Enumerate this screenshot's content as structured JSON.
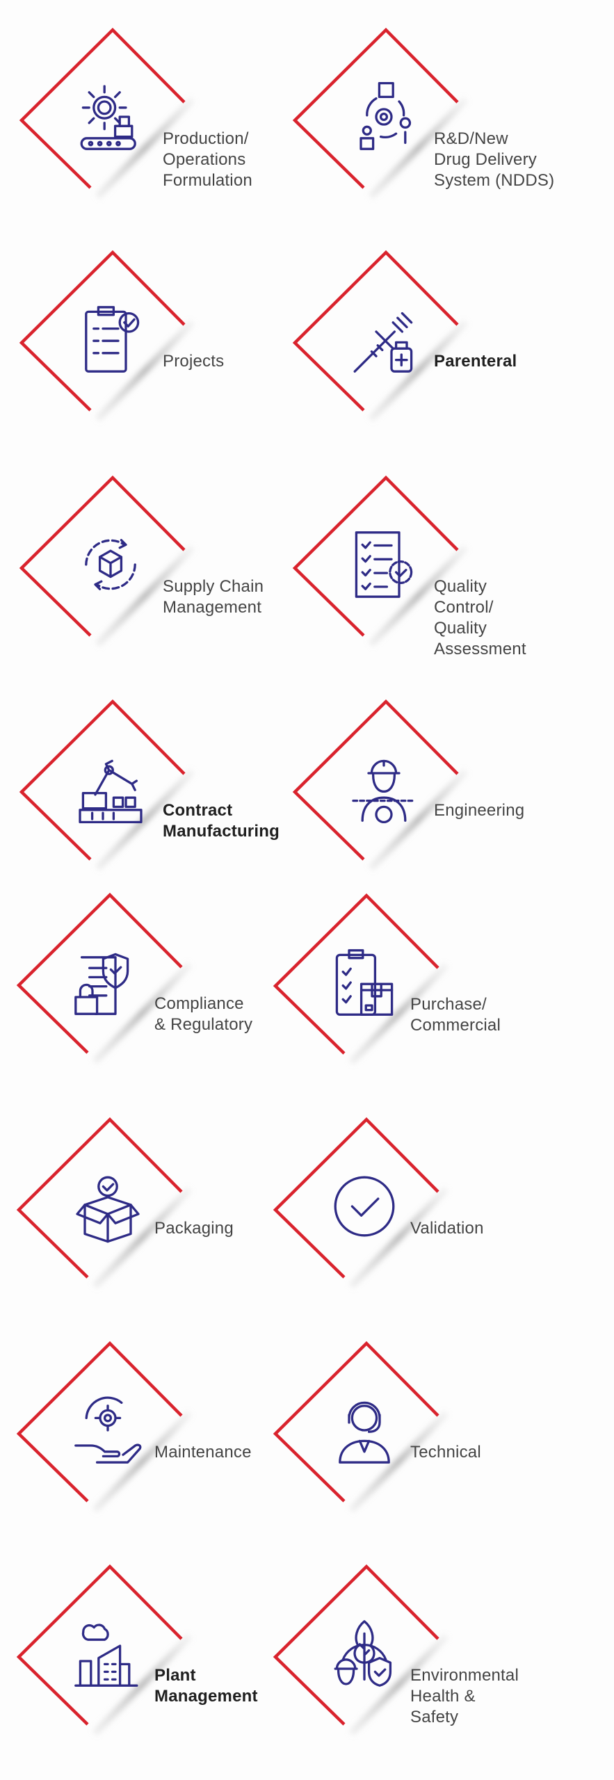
{
  "colors": {
    "frame": "#d9232d",
    "icon": "#2e2b86",
    "text": "#444444"
  },
  "services": [
    {
      "icon": "gear-conveyor-icon",
      "lines": [
        "Production/",
        "Operations",
        "Formulation"
      ],
      "emphasis": false
    },
    {
      "icon": "rd-cycle-icon",
      "lines": [
        "R&D/New",
        "Drug Delivery",
        "System (NDDS)"
      ],
      "emphasis": false
    },
    {
      "icon": "clipboard-check-icon",
      "lines": [
        "Projects"
      ],
      "emphasis": false
    },
    {
      "icon": "syringe-vial-icon",
      "lines": [
        "Parenteral"
      ],
      "emphasis": true
    },
    {
      "icon": "box-cycle-icon",
      "lines": [
        "Supply Chain",
        "Management"
      ],
      "emphasis": false
    },
    {
      "icon": "checklist-icon",
      "lines": [
        "Quality",
        "Control/",
        "Quality",
        "Assessment"
      ],
      "emphasis": false
    },
    {
      "icon": "robot-arm-icon",
      "lines": [
        "Contract",
        "Manufacturing"
      ],
      "emphasis": true
    },
    {
      "icon": "engineer-gear-icon",
      "lines": [
        "Engineering"
      ],
      "emphasis": false
    },
    {
      "icon": "document-shield-lock-icon",
      "lines": [
        "Compliance",
        "& Regulatory"
      ],
      "emphasis": false
    },
    {
      "icon": "clipboard-box-icon",
      "lines": [
        "Purchase/",
        "Commercial"
      ],
      "emphasis": false
    },
    {
      "icon": "open-box-check-icon",
      "lines": [
        "Packaging"
      ],
      "emphasis": false
    },
    {
      "icon": "check-circle-icon",
      "lines": [
        "Validation"
      ],
      "emphasis": false
    },
    {
      "icon": "hand-gear-icon",
      "lines": [
        "Maintenance"
      ],
      "emphasis": false
    },
    {
      "icon": "headset-person-icon",
      "lines": [
        "Technical"
      ],
      "emphasis": false
    },
    {
      "icon": "factory-icon",
      "lines": [
        "Plant",
        "Management"
      ],
      "emphasis": true
    },
    {
      "icon": "tree-worker-shield-icon",
      "lines": [
        "Environmental",
        "Health &",
        "Safety"
      ],
      "emphasis": false
    }
  ]
}
